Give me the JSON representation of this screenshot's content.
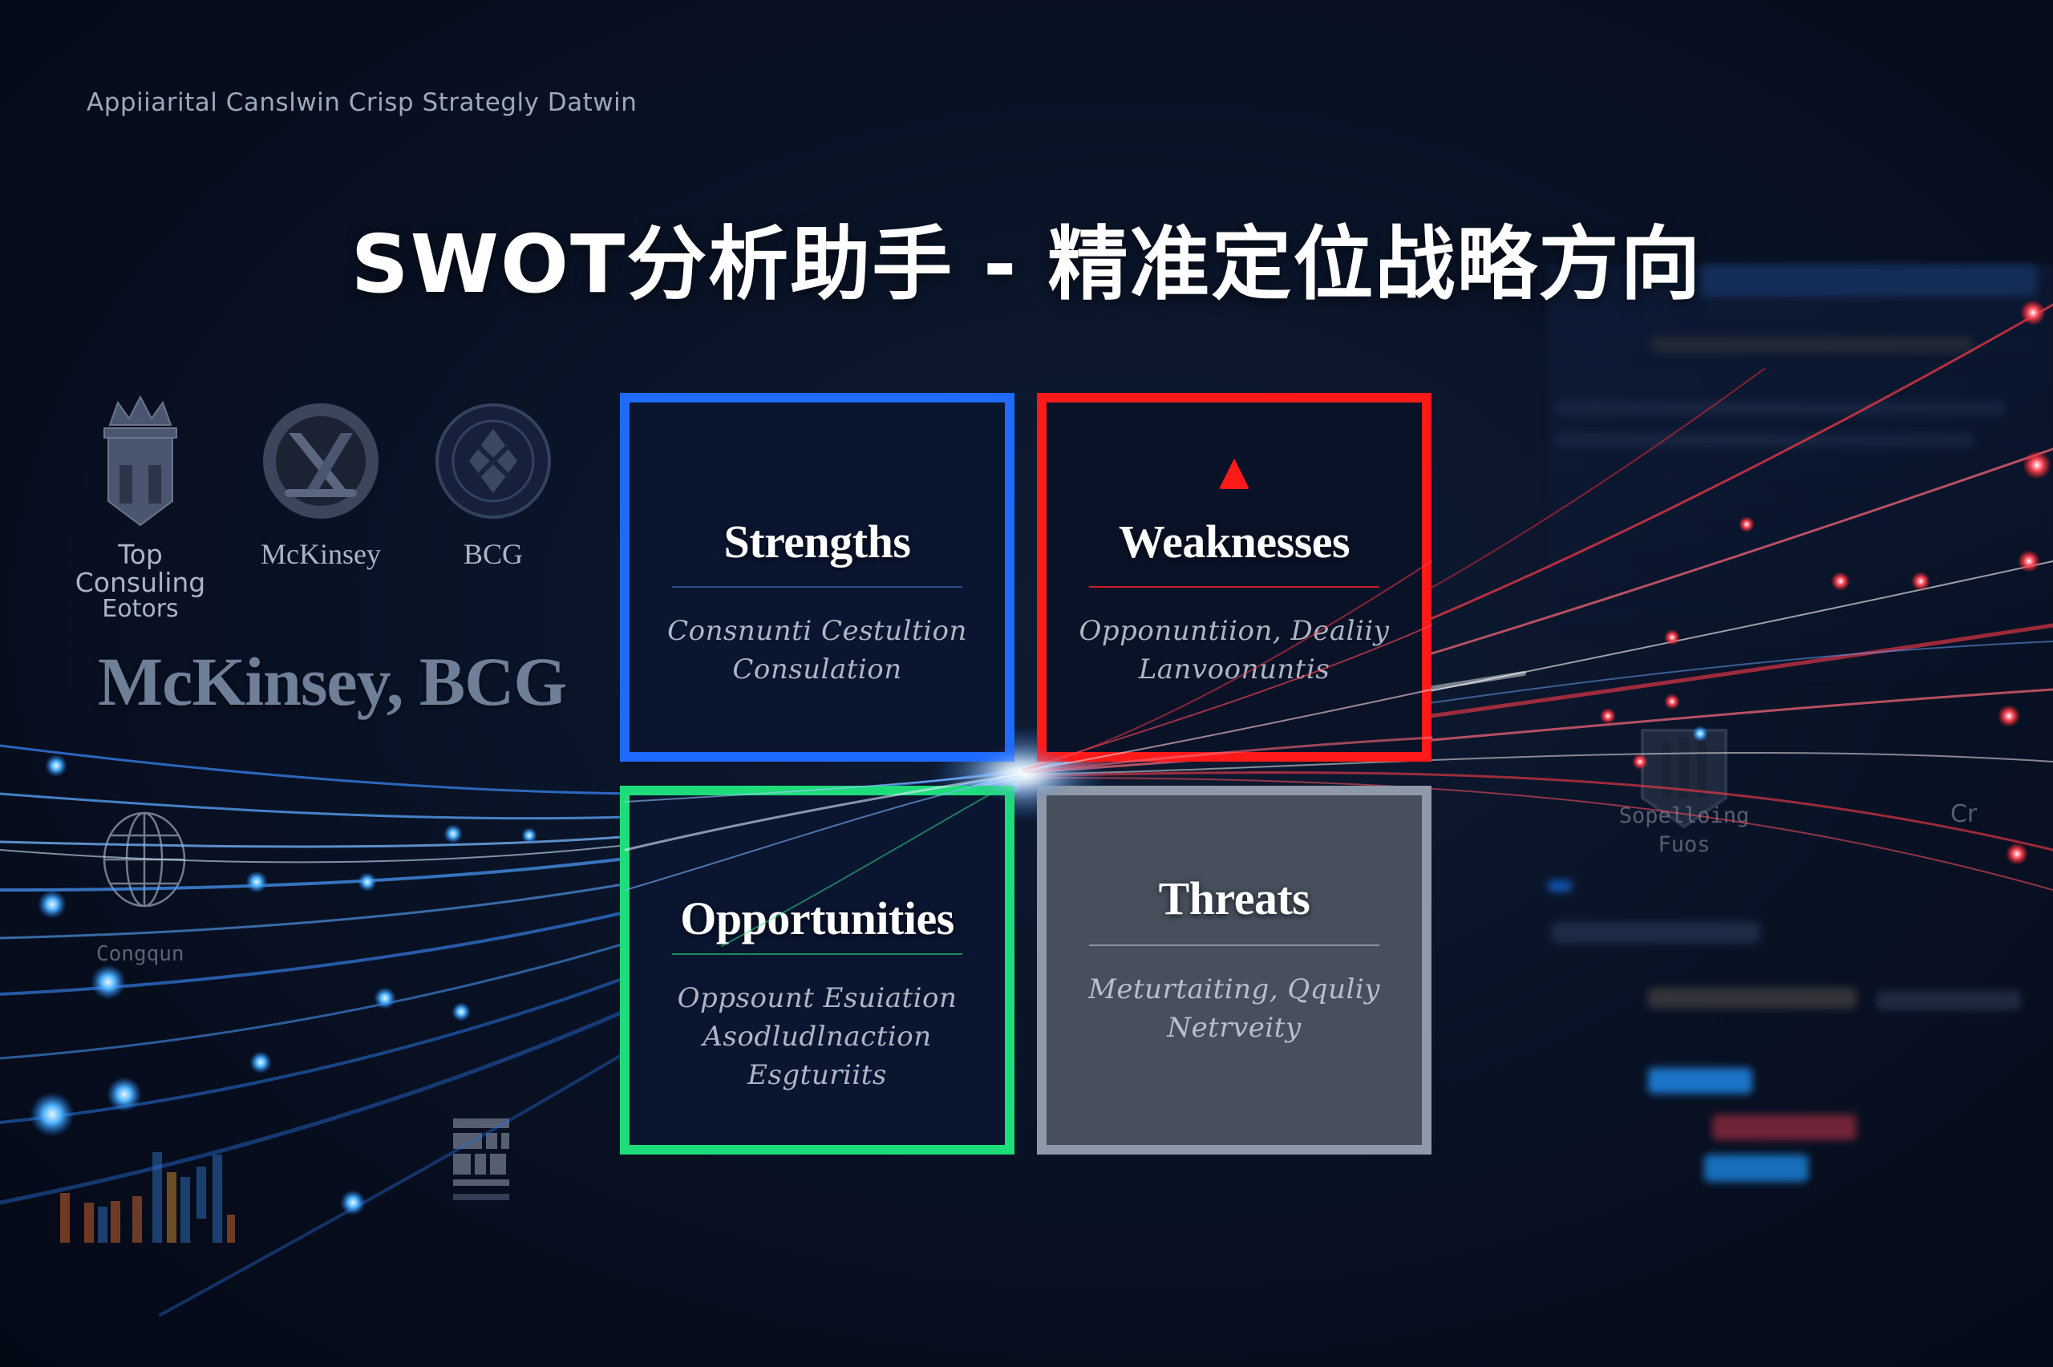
{
  "header": {
    "subtitle": "Appiiarital Canslwin Crisp Strategly Datwin",
    "title": "SWOT分析助手 - 精准定位战略方向"
  },
  "logos": [
    {
      "label_line1": "Top Consuling",
      "label_line2": "Eotors",
      "icon": "crown-shield-icon"
    },
    {
      "label_line1": "McKinsey",
      "label_line2": "",
      "icon": "crossed-emblem-icon"
    },
    {
      "label_line1": "BCG",
      "label_line2": "",
      "icon": "seal-emblem-icon"
    }
  ],
  "brand_text": "McKinsey,  BCG",
  "swot": {
    "strengths": {
      "title": "Strengths",
      "body_line1": "Consnunti Cestultion",
      "body_line2": "Consulation",
      "color": "#1f6bff"
    },
    "weaknesses": {
      "title": "Weaknesses",
      "body_line1": "Opponuntiion, Dealiiy",
      "body_line2": "Lanvoonuntis",
      "color": "#ff1a1a",
      "icon": "warning-triangle-icon"
    },
    "opportunities": {
      "title": "Opportunities",
      "body_line1": "Oppsount Esuiation",
      "body_line2": "Asodludlnaction",
      "body_line3": "Esgturiits",
      "color": "#1fdc7a"
    },
    "threats": {
      "title": "Threats",
      "body_line1": "Meturtaiting, Qquliy",
      "body_line2": "Netrveity",
      "color": "#8e99a9"
    }
  },
  "background_labels": {
    "left_globe_label": "Congqun",
    "right_logo_label_line1": "Sopelloing",
    "right_logo_label_line2": "Fuos",
    "right_partial_label": "Cr"
  }
}
